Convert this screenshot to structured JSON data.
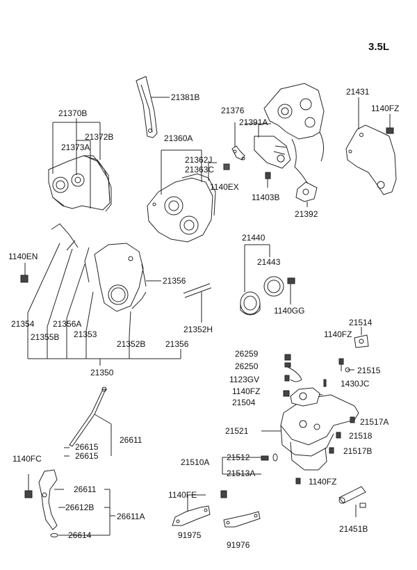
{
  "engine": "3.5L",
  "labels": {
    "p21381B": "21381B",
    "p21370B": "21370B",
    "p21372B": "21372B",
    "p21373A": "21373A",
    "p21376": "21376",
    "p21391A": "21391A",
    "p21431": "21431",
    "p1140FZ_a": "1140FZ",
    "p21360A": "21360A",
    "p21362J": "21362J",
    "p21363C": "21363C",
    "p1140EX": "1140EX",
    "p11403B": "11403B",
    "p21392": "21392",
    "p1140EN": "1140EN",
    "p21440": "21440",
    "p21443": "21443",
    "p21356_a": "21356",
    "p1140GG": "1140GG",
    "p21354": "21354",
    "p21356A": "21356A",
    "p21355B": "21355B",
    "p21353": "21353",
    "p21352H": "21352H",
    "p21352B": "21352B",
    "p21356_b": "21356",
    "p21514": "21514",
    "p1140FZ_b": "1140FZ",
    "p21350": "21350",
    "p26259": "26259",
    "p26250": "26250",
    "p21515": "21515",
    "p1123GV": "1123GV",
    "p1430JC": "1430JC",
    "p1140FZ_c": "1140FZ",
    "p21504": "21504",
    "p21517A": "21517A",
    "p21521": "21521",
    "p21518": "21518",
    "p26611": "26611",
    "p26615_a": "26615",
    "p26615_b": "26615",
    "p21517B": "21517B",
    "p1140FC": "1140FC",
    "p21510A": "21510A",
    "p21512": "21512",
    "p21513A": "21513A",
    "p1140FZ_d": "1140FZ",
    "p26611_b": "26611",
    "p1140FE": "1140FE",
    "p26612B": "26612B",
    "p26611A": "26611A",
    "p21451B": "21451B",
    "p26614": "26614",
    "p91975": "91975",
    "p91976": "91976"
  }
}
